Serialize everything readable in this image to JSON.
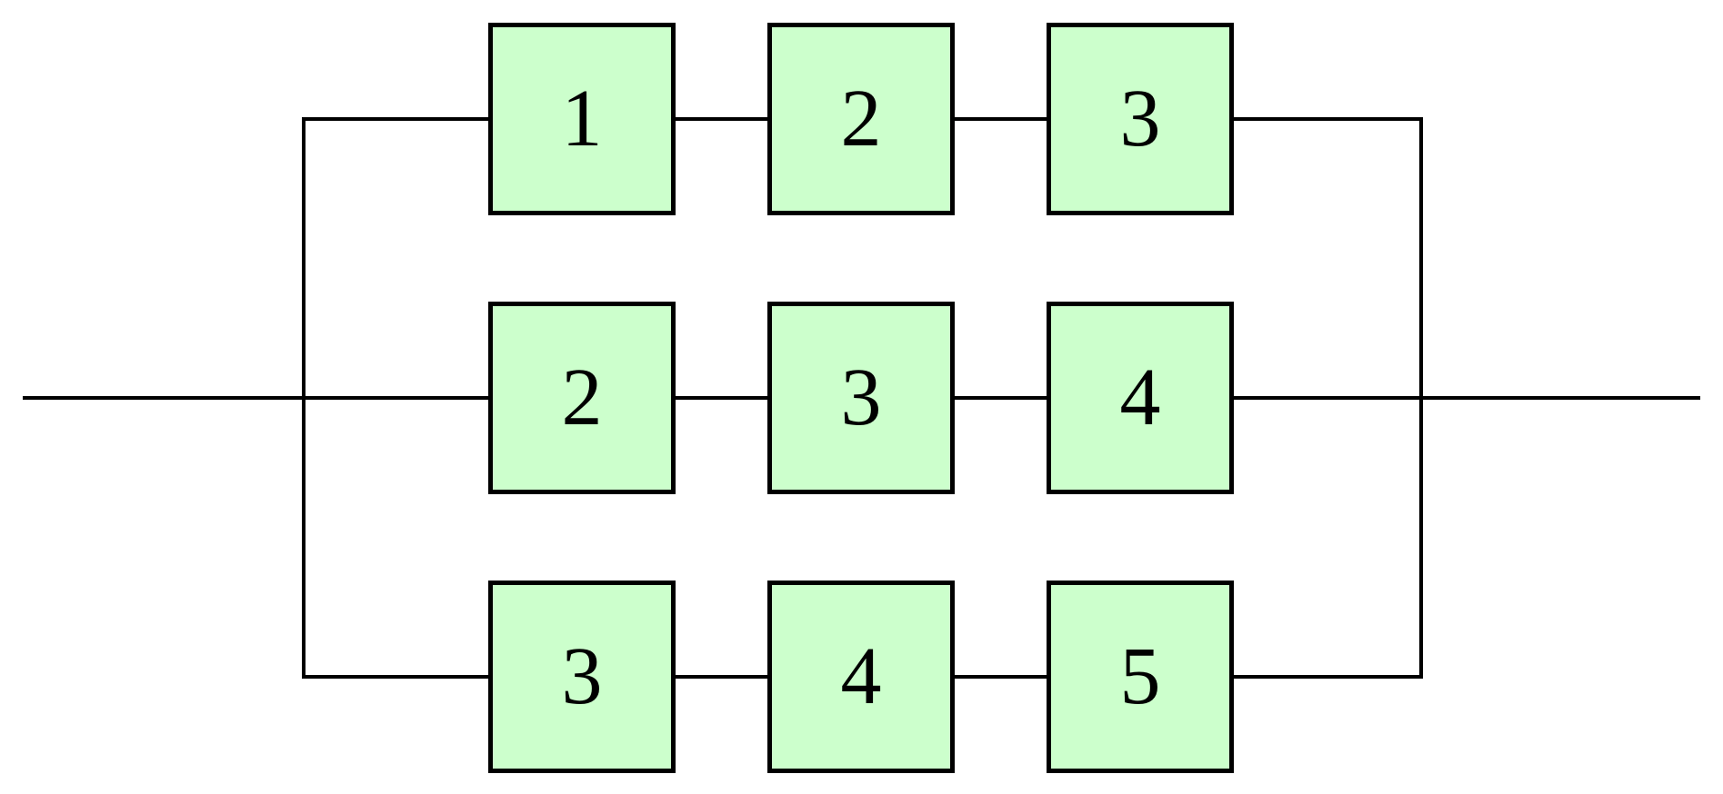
{
  "diagram": {
    "background_color": "#ffffff",
    "wire_color": "#000000",
    "block_fill_color": "#ccffcc",
    "block_border_color": "#000000",
    "branches": [
      {
        "blocks": [
          "1",
          "2",
          "3"
        ]
      },
      {
        "blocks": [
          "2",
          "3",
          "4"
        ]
      },
      {
        "blocks": [
          "3",
          "4",
          "5"
        ]
      }
    ]
  }
}
